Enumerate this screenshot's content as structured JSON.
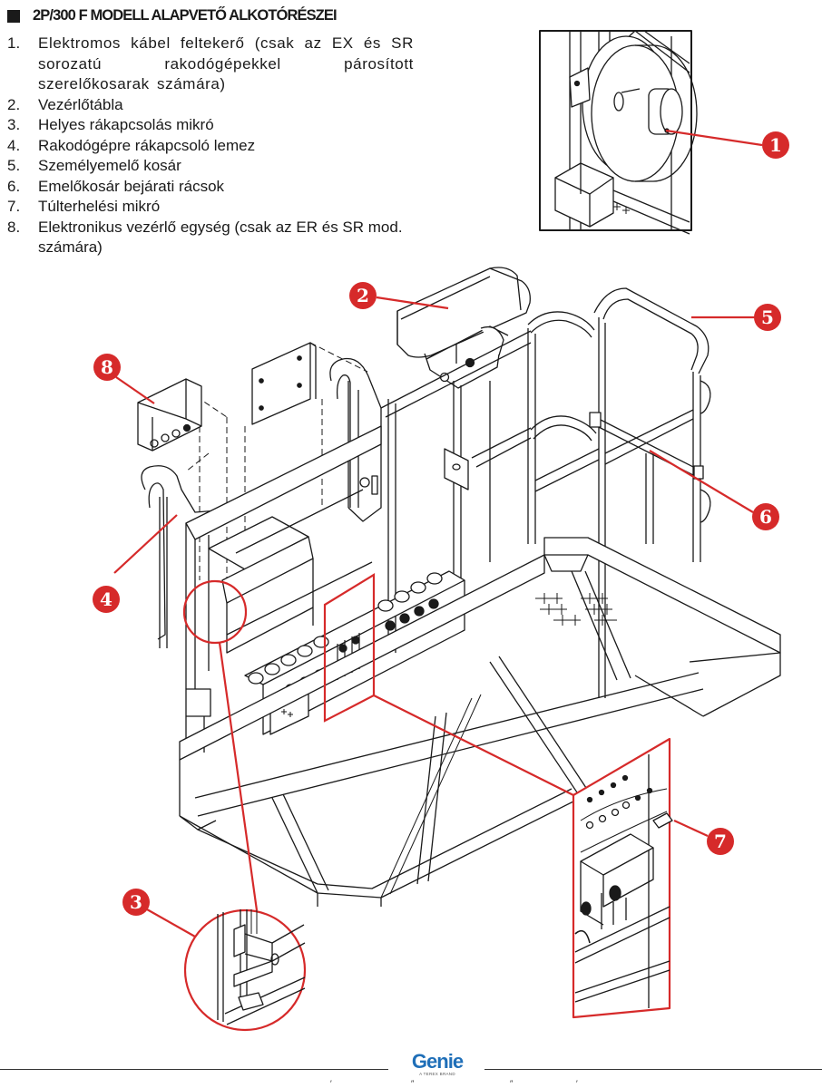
{
  "page": {
    "heading": "2P/300 F MODELL ALAPVETŐ ALKOTÓRÉSZEI",
    "heading_icon": "filled-square-bullet"
  },
  "parts": [
    {
      "number": "1.",
      "text": "Elektromos kábel feltekerő (csak az EX és SR sorozatú rakodógépekkel párosított szerelőkosarak számára)"
    },
    {
      "number": "2.",
      "text": "Vezérlőtábla"
    },
    {
      "number": "3.",
      "text": "Helyes rákapcsolás mikró"
    },
    {
      "number": "4.",
      "text": "Rakodógépre rákapcsoló lemez"
    },
    {
      "number": "5.",
      "text": "Személyemelő kosár"
    },
    {
      "number": "6.",
      "text": "Emelőkosár bejárati rácsok"
    },
    {
      "number": "7.",
      "text": "Túlterhelési mikró"
    },
    {
      "number": "8.",
      "text": "Elektronikus vezérlő egység (csak az ER és SR mod. számára)"
    }
  ],
  "callouts": [
    {
      "label": "1"
    },
    {
      "label": "2"
    },
    {
      "label": "3"
    },
    {
      "label": "4"
    },
    {
      "label": "5"
    },
    {
      "label": "6"
    },
    {
      "label": "7"
    },
    {
      "label": "8"
    }
  ],
  "colors": {
    "callout": "#d62a2a",
    "line_art": "#1a1a1a",
    "brand": "#1f6fb8"
  },
  "footer": {
    "logo": "Genie",
    "logo_tagline": "A TEREX BRAND",
    "marks": [
      "′",
      "″",
      "″",
      "′"
    ]
  }
}
